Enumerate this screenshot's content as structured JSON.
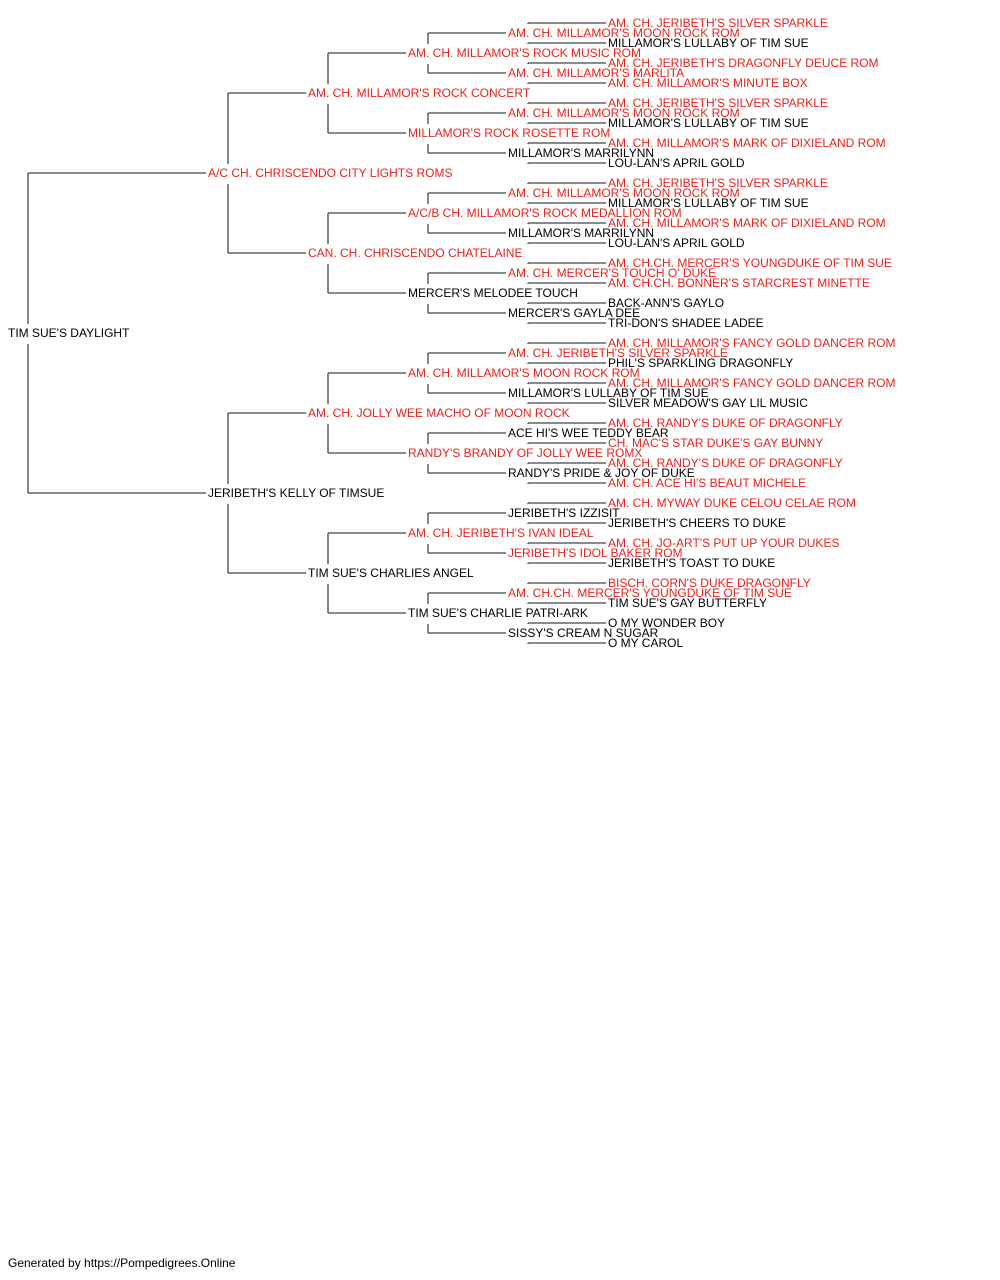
{
  "colors": {
    "champion": "#e8221c",
    "normal": "#000000",
    "line": "#444444"
  },
  "pedigree": {
    "name": "TIM SUE'S DAYLIGHT",
    "champion": false,
    "sire": {
      "name": "A/C CH. CHRISCENDO CITY LIGHTS ROMS",
      "champion": true,
      "sire": {
        "name": "AM. CH. MILLAMOR'S ROCK CONCERT",
        "champion": true,
        "sire": {
          "name": "AM. CH. MILLAMOR'S ROCK MUSIC ROM",
          "champion": true,
          "sire": {
            "name": "AM. CH. MILLAMOR'S MOON ROCK ROM",
            "champion": true,
            "sire": {
              "name": "AM. CH. JERIBETH'S SILVER SPARKLE",
              "champion": true
            },
            "dam": {
              "name": "MILLAMOR'S LULLABY OF TIM SUE",
              "champion": false
            }
          },
          "dam": {
            "name": "AM. CH. MILLAMOR'S MARLITA",
            "champion": true,
            "sire": {
              "name": "AM. CH. JERIBETH'S DRAGONFLY DEUCE ROM",
              "champion": true
            },
            "dam": {
              "name": "AM. CH. MILLAMOR'S MINUTE BOX",
              "champion": true
            }
          }
        },
        "dam": {
          "name": "MILLAMOR'S ROCK ROSETTE ROM",
          "champion": true,
          "sire": {
            "name": "AM. CH. MILLAMOR'S MOON ROCK ROM",
            "champion": true,
            "sire": {
              "name": "AM. CH. JERIBETH'S SILVER SPARKLE",
              "champion": true
            },
            "dam": {
              "name": "MILLAMOR'S LULLABY OF TIM SUE",
              "champion": false
            }
          },
          "dam": {
            "name": "MILLAMOR'S MARRILYNN",
            "champion": false,
            "sire": {
              "name": "AM. CH. MILLAMOR'S MARK OF DIXIELAND ROM",
              "champion": true
            },
            "dam": {
              "name": "LOU-LAN'S APRIL GOLD",
              "champion": false
            }
          }
        }
      },
      "dam": {
        "name": "CAN. CH. CHRISCENDO CHATELAINE",
        "champion": true,
        "sire": {
          "name": "A/C/B CH. MILLAMOR'S ROCK MEDALLION ROM",
          "champion": true,
          "sire": {
            "name": "AM. CH. MILLAMOR'S MOON ROCK ROM",
            "champion": true,
            "sire": {
              "name": "AM. CH. JERIBETH'S SILVER SPARKLE",
              "champion": true
            },
            "dam": {
              "name": "MILLAMOR'S LULLABY OF TIM SUE",
              "champion": false
            }
          },
          "dam": {
            "name": "MILLAMOR'S MARRILYNN",
            "champion": false,
            "sire": {
              "name": "AM. CH. MILLAMOR'S MARK OF DIXIELAND ROM",
              "champion": true
            },
            "dam": {
              "name": "LOU-LAN'S APRIL GOLD",
              "champion": false
            }
          }
        },
        "dam": {
          "name": "MERCER'S MELODEE TOUCH",
          "champion": false,
          "sire": {
            "name": "AM. CH. MERCER'S TOUCH O' DUKE",
            "champion": true,
            "sire": {
              "name": "AM. CH.CH. MERCER'S YOUNGDUKE OF TIM SUE",
              "champion": true
            },
            "dam": {
              "name": "AM. CH.CH. BONNER'S STARCREST MINETTE",
              "champion": true
            }
          },
          "dam": {
            "name": "MERCER'S GAYLA DEE",
            "champion": false,
            "sire": {
              "name": "BACK-ANN'S GAYLO",
              "champion": false
            },
            "dam": {
              "name": "TRI-DON'S SHADEE LADEE",
              "champion": false
            }
          }
        }
      }
    },
    "dam": {
      "name": "JERIBETH'S KELLY OF TIMSUE",
      "champion": false,
      "sire": {
        "name": "AM. CH. JOLLY WEE MACHO OF MOON ROCK",
        "champion": true,
        "sire": {
          "name": "AM. CH. MILLAMOR'S MOON ROCK ROM",
          "champion": true,
          "sire": {
            "name": "AM. CH. JERIBETH'S SILVER SPARKLE",
            "champion": true,
            "sire": {
              "name": "AM. CH. MILLAMOR'S FANCY GOLD DANCER ROM",
              "champion": true
            },
            "dam": {
              "name": "PHIL'S SPARKLING DRAGONFLY",
              "champion": false
            }
          },
          "dam": {
            "name": "MILLAMOR'S LULLABY OF TIM SUE",
            "champion": false,
            "sire": {
              "name": "AM. CH. MILLAMOR'S FANCY GOLD DANCER ROM",
              "champion": true
            },
            "dam": {
              "name": "SILVER MEADOW'S GAY LIL MUSIC",
              "champion": false
            }
          }
        },
        "dam": {
          "name": "RANDY'S BRANDY OF JOLLY WEE ROMX",
          "champion": true,
          "sire": {
            "name": "ACE HI'S WEE TEDDY BEAR",
            "champion": false,
            "sire": {
              "name": "AM. CH. RANDY'S DUKE OF DRAGONFLY",
              "champion": true
            },
            "dam": {
              "name": "CH. MAC'S STAR DUKE'S GAY BUNNY",
              "champion": true
            }
          },
          "dam": {
            "name": "RANDY'S PRIDE & JOY OF DUKE",
            "champion": false,
            "sire": {
              "name": "AM. CH. RANDY'S DUKE OF DRAGONFLY",
              "champion": true
            },
            "dam": {
              "name": "AM. CH. ACE HI'S BEAUT MICHELE",
              "champion": true
            }
          }
        }
      },
      "dam": {
        "name": "TIM SUE'S CHARLIES ANGEL",
        "champion": false,
        "sire": {
          "name": "AM. CH. JERIBETH'S IVAN IDEAL",
          "champion": true,
          "sire": {
            "name": "JERIBETH'S IZZISIT",
            "champion": false,
            "sire": {
              "name": "AM. CH. MYWAY DUKE CELOU CELAE ROM",
              "champion": true
            },
            "dam": {
              "name": "JERIBETH'S CHEERS TO DUKE",
              "champion": false
            }
          },
          "dam": {
            "name": "JERIBETH'S IDOL BAKER ROM",
            "champion": true,
            "sire": {
              "name": "AM. CH. JO-ART'S PUT UP YOUR DUKES",
              "champion": true
            },
            "dam": {
              "name": "JERIBETH'S TOAST TO DUKE",
              "champion": false
            }
          }
        },
        "dam": {
          "name": "TIM SUE'S CHARLIE PATRI-ARK",
          "champion": false,
          "sire": {
            "name": "AM. CH.CH. MERCER'S YOUNGDUKE OF TIM SUE",
            "champion": true,
            "sire": {
              "name": "BISCH. CORN'S DUKE DRAGONFLY",
              "champion": true
            },
            "dam": {
              "name": "TIM SUE'S GAY BUTTERFLY",
              "champion": false
            }
          },
          "dam": {
            "name": "SISSY'S CREAM N SUGAR",
            "champion": false,
            "sire": {
              "name": "O MY WONDER BOY",
              "champion": false
            },
            "dam": {
              "name": "O MY CAROL",
              "champion": false
            }
          }
        }
      }
    }
  },
  "footer": {
    "text": "Generated by https://Pompedigrees.Online"
  }
}
